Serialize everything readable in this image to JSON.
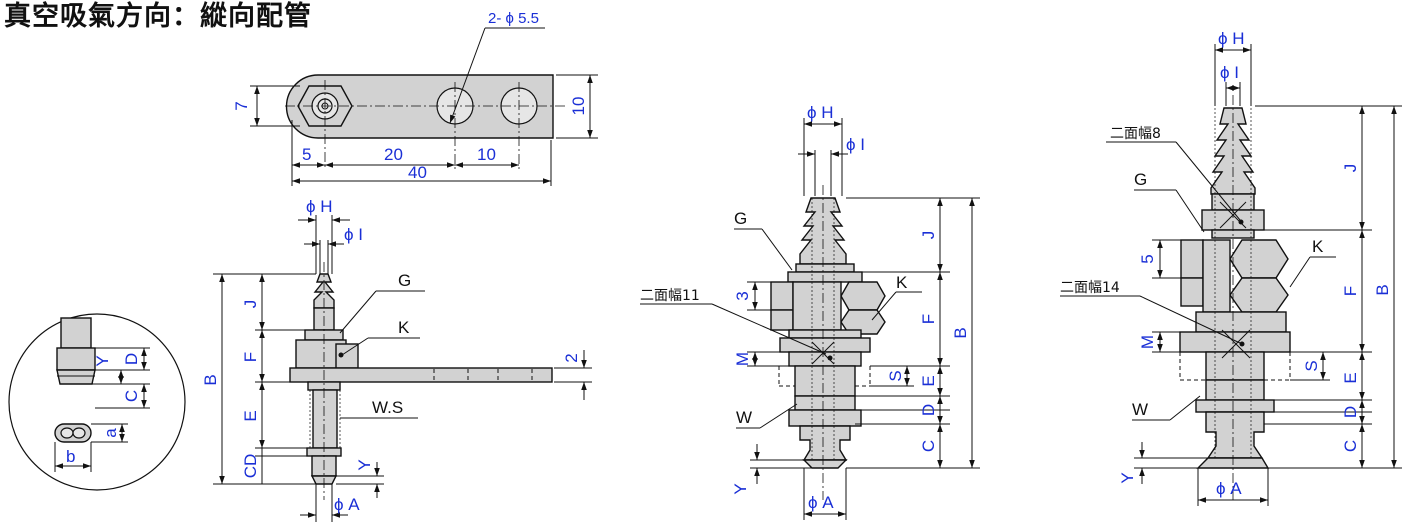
{
  "title": "真空吸氣方向：縱向配管",
  "colors": {
    "dimension_text": "#1a2fd6",
    "part_fill": "#d2d2d2",
    "line": "#111111"
  },
  "bracket_view": {
    "hole_label": "2- ϕ 5.5",
    "dim_7": "7",
    "dim_10_height": "10",
    "dim_5": "5",
    "dim_20": "20",
    "dim_10": "10",
    "dim_40": "40"
  },
  "left_view": {
    "phi_h": "ϕ H",
    "phi_i": "ϕ I",
    "g": "G",
    "k": "K",
    "j": "J",
    "b": "B",
    "f": "F",
    "e": "E",
    "cd": "CD",
    "ws": "W.S",
    "y": "Y",
    "phi_a": "ϕ A",
    "dim_2": "2"
  },
  "detail_view": {
    "y": "Y",
    "d": "D",
    "c": "C",
    "a": "a",
    "b": "b"
  },
  "middle_view": {
    "phi_h": "ϕ H",
    "phi_i": "ϕ I",
    "g": "G",
    "k": "K",
    "j": "J",
    "b": "B",
    "f": "F",
    "dim_3": "3",
    "width_across_flats": "二面幅11",
    "m": "M",
    "s": "S",
    "e": "E",
    "w": "W",
    "d": "D",
    "c": "C",
    "y": "Y",
    "phi_a": "ϕ A"
  },
  "right_view": {
    "phi_h": "ϕ H",
    "phi_i": "ϕ I",
    "width_across_flats_top": "二面幅8",
    "g": "G",
    "j": "J",
    "b": "B",
    "dim_5": "5",
    "k": "K",
    "f": "F",
    "width_across_flats": "二面幅14",
    "m": "M",
    "s": "S",
    "e": "E",
    "w": "W",
    "d": "D",
    "c": "C",
    "y": "Y",
    "phi_a": "ϕ A"
  }
}
